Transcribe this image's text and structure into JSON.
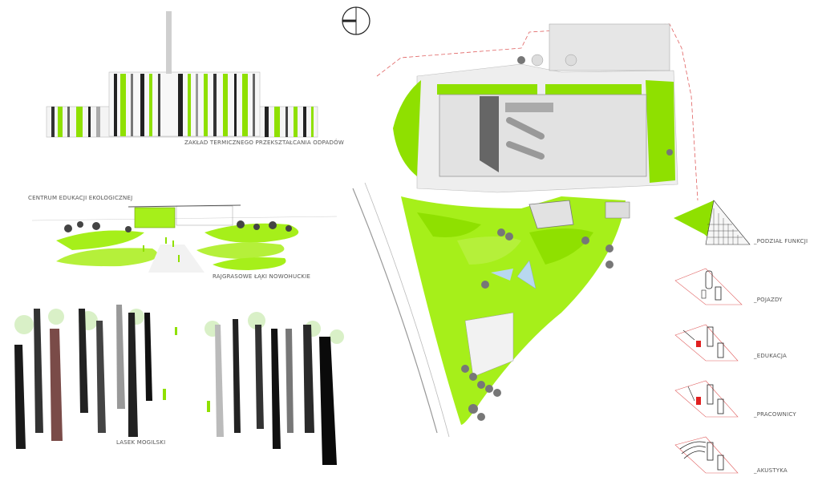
{
  "labels": {
    "incinerator": "ZAKŁAD TERMICZNEGO PRZEKSZTAŁCANIA ODPADÓW",
    "education_centre": "CENTRUM EDUKACJI EKOLOGICZNEJ",
    "meadows": "RAJGRASOWE ŁĄKI NOWOHUCKIE",
    "grove": "LASEK MOGILSKI"
  },
  "legend": {
    "items": [
      {
        "label": "_PODZIAŁ FUNKCJI"
      },
      {
        "label": "_POJAZDY"
      },
      {
        "label": "_EDUKACJA"
      },
      {
        "label": "_PRACOWNICY"
      },
      {
        "label": "_AKUSTYKA"
      }
    ]
  },
  "colors": {
    "green": "#8fe000",
    "lime": "#b5f03a",
    "dark": "#222222",
    "red": "#e02020",
    "building": "#e0e0e0"
  }
}
